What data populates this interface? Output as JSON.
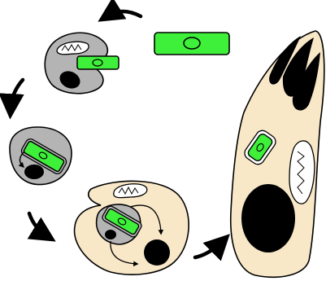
{
  "diagram": {
    "colors": {
      "background": "#ffffff",
      "green": "#3ef03a",
      "cell_gray": "#b4b4b4",
      "host_cream": "#f8e8c8",
      "black": "#000000",
      "mitochondrion_fill": "#ffffff",
      "outline": "#000000"
    },
    "stages": [
      {
        "stage": "free-cell",
        "icon": "green-rod-cell-icon"
      },
      {
        "stage": "cell-approaching-gray-host",
        "icon": "green-rod-beside-host-icon"
      },
      {
        "stage": "cell-engulfed-in-gray-host",
        "icon": "engulfed-rod-icon"
      },
      {
        "stage": "gray-host-inside-cream-host",
        "icon": "nested-hosts-icon"
      },
      {
        "stage": "elongated-cream-cell-with-plastid",
        "icon": "elongated-cell-icon"
      }
    ],
    "arrows": [
      "curved-arrow-icon",
      "curved-arrow-icon",
      "curved-arrow-icon",
      "curved-arrow-icon",
      "curved-arrow-icon"
    ]
  }
}
